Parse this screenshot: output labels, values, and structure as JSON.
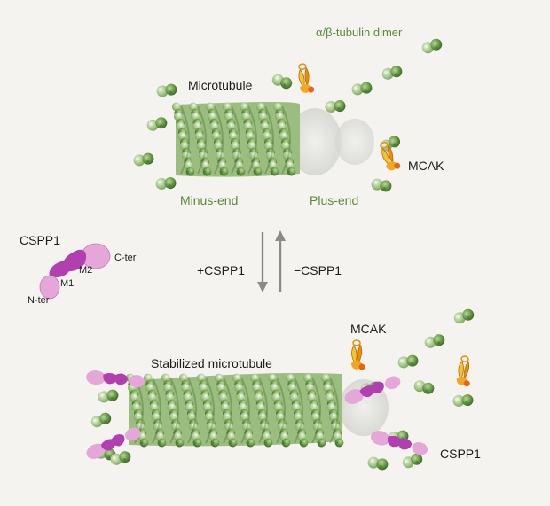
{
  "labels": {
    "tubulin_dimer": "α/β-tubulin dimer",
    "microtubule": "Microtubule",
    "mcak_top": "MCAK",
    "minus_end": "Minus-end",
    "plus_end": "Plus-end",
    "cspp1_legend": "CSPP1",
    "c_ter": "C-ter",
    "m2": "M2",
    "m1": "M1",
    "n_ter": "N-ter",
    "plus_cspp1": "+CSPP1",
    "minus_cspp1": "−CSPP1",
    "mcak_bottom": "MCAK",
    "stabilized_microtubule": "Stabilized microtubule",
    "cspp1_bottom": "CSPP1"
  },
  "colors": {
    "background": "#f4f3ef",
    "tubulin_dark": "#4f7f37",
    "tubulin_light": "#a9c98d",
    "lattice_ghost": "#d9d9d6",
    "cspp1_light": "#e4a7d8",
    "cspp1_dark": "#b13fb0",
    "mcak_orange": "#e98d12",
    "mcak_yellow": "#f4c430",
    "arrow_gray": "#8a8a88",
    "label_green": "#5b8a3c"
  }
}
